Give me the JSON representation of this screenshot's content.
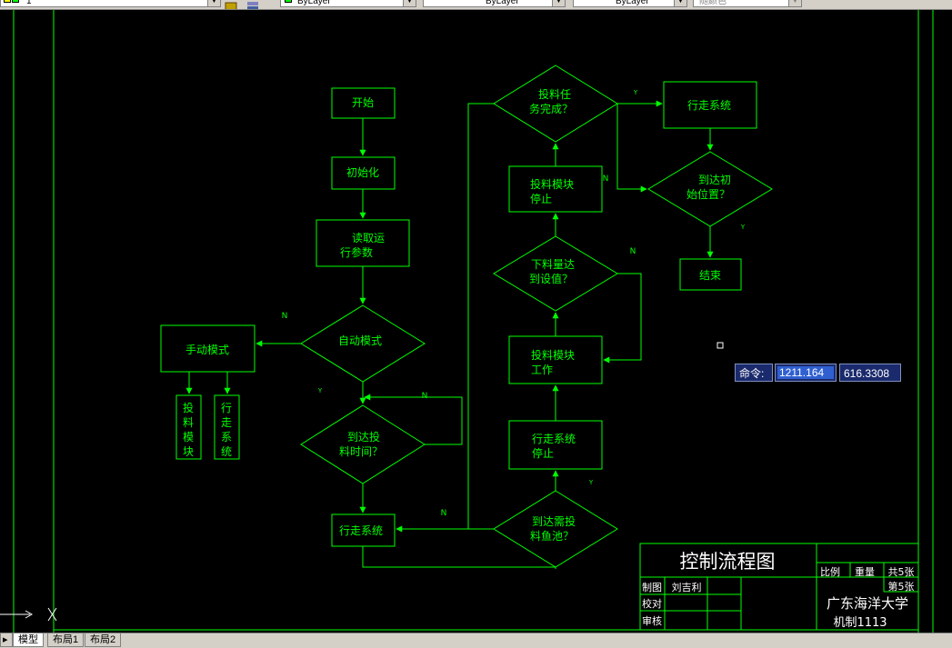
{
  "toolbar": {
    "layer_value": "1",
    "color_value": "ByLayer",
    "linetype_value": "ByLayer",
    "lineweight_value": "ByLayer",
    "plotstyle_value": "随颜色",
    "icons": [
      "layer-state-icon",
      "layer-properties-icon"
    ]
  },
  "flowchart": {
    "start": "开始",
    "init": "初始化",
    "read_params": [
      "读取运",
      "行参数"
    ],
    "auto_mode": "自动模式",
    "manual_mode": "手动模式",
    "feed_module": [
      "投",
      "料",
      "模",
      "块"
    ],
    "travel_system_v": [
      "行",
      "走",
      "系",
      "统"
    ],
    "arrive_feed_time": [
      "到达投",
      "料时间？"
    ],
    "travel_system_bottom": "行走系统",
    "arrive_pond": [
      "到达需投",
      "料鱼池？"
    ],
    "travel_stop": [
      "行走系统",
      "停止"
    ],
    "feed_work": [
      "投料模块",
      "工作"
    ],
    "feed_reached": [
      "下料量达",
      "到设值？"
    ],
    "feed_stop": [
      "投料模块",
      "停止"
    ],
    "task_done": [
      "投料任",
      "务完成？"
    ],
    "travel_system_right": "行走系统",
    "arrive_init": [
      "到达初",
      "始位置？"
    ],
    "end": "结束",
    "labels": {
      "N": "N",
      "Y": "Y"
    }
  },
  "title_block": {
    "title": "控制流程图",
    "scale_label": "比例",
    "weight_label": "重量",
    "total_sheets": "共5张",
    "sheet_no": "第5张",
    "drawn_label": "制图",
    "drawn_by": "刘吉利",
    "checked_label": "校对",
    "reviewed_label": "审核",
    "school": "广东海洋大学",
    "class": "机制1113"
  },
  "command": {
    "prompt": "命令:",
    "x": "1211.164",
    "y": "616.3308"
  },
  "tabs": [
    "模型",
    "布局1",
    "布局2"
  ],
  "colors": {
    "line": "#00ff00",
    "text": "#00ff00",
    "bg": "#000000",
    "white": "#ffffff"
  }
}
